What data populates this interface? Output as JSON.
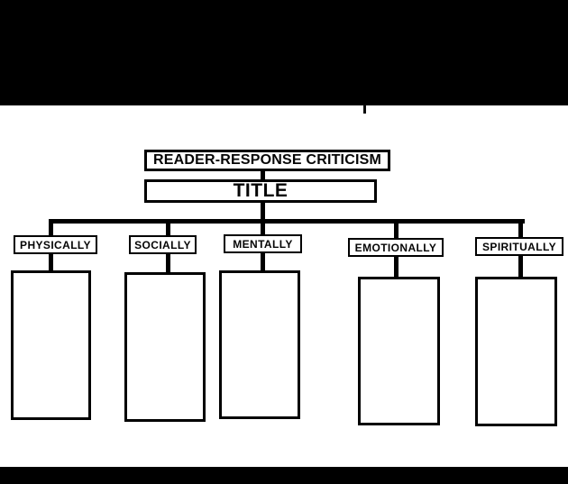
{
  "colors": {
    "letterbox": "#000000",
    "background": "#ffffff",
    "line": "#000000",
    "text": "#050505"
  },
  "diagram": {
    "header_label": "READER-RESPONSE CRITICISM",
    "title_label": "TITLE",
    "branches": [
      {
        "label": "PHYSICALLY"
      },
      {
        "label": "SOCIALLY"
      },
      {
        "label": "MENTALLY"
      },
      {
        "label": "EMOTIONALLY"
      },
      {
        "label": "SPIRITUALLY"
      }
    ],
    "fill_boxes_count": 5,
    "fill_boxes_content": ""
  }
}
